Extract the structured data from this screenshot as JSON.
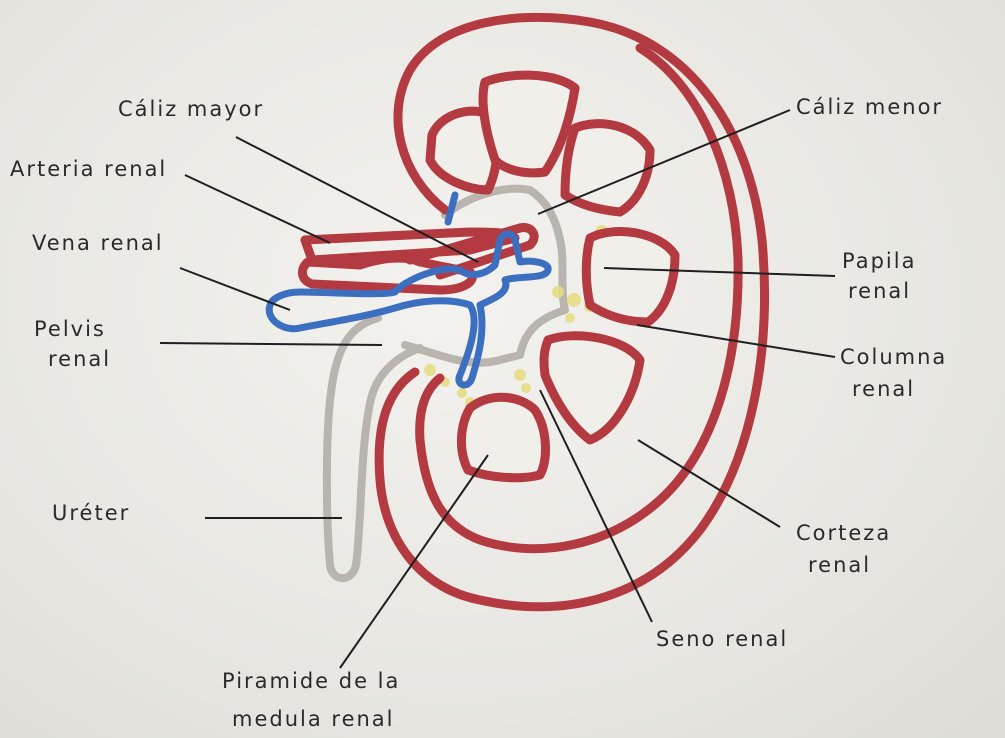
{
  "labels": {
    "caliz_mayor": "Cáliz mayor",
    "arteria_renal": "Arteria renal",
    "vena_renal": "Vena renal",
    "pelvis_renal_1": "Pelvis",
    "pelvis_renal_2": "renal",
    "ureter": "Uréter",
    "piramide_1": "Piramide de la",
    "piramide_2": "medula renal",
    "caliz_menor": "Cáliz menor",
    "papila_1": "Papila",
    "papila_2": "renal",
    "columna_1": "Columna",
    "columna_2": "renal",
    "corteza_1": "Corteza",
    "corteza_2": "renal",
    "seno_renal": "Seno renal"
  },
  "colors": {
    "cortex": "#b23a40",
    "vein": "#3d6fc1",
    "ureter": "#b9b4ae",
    "fat": "#e6dc84"
  }
}
